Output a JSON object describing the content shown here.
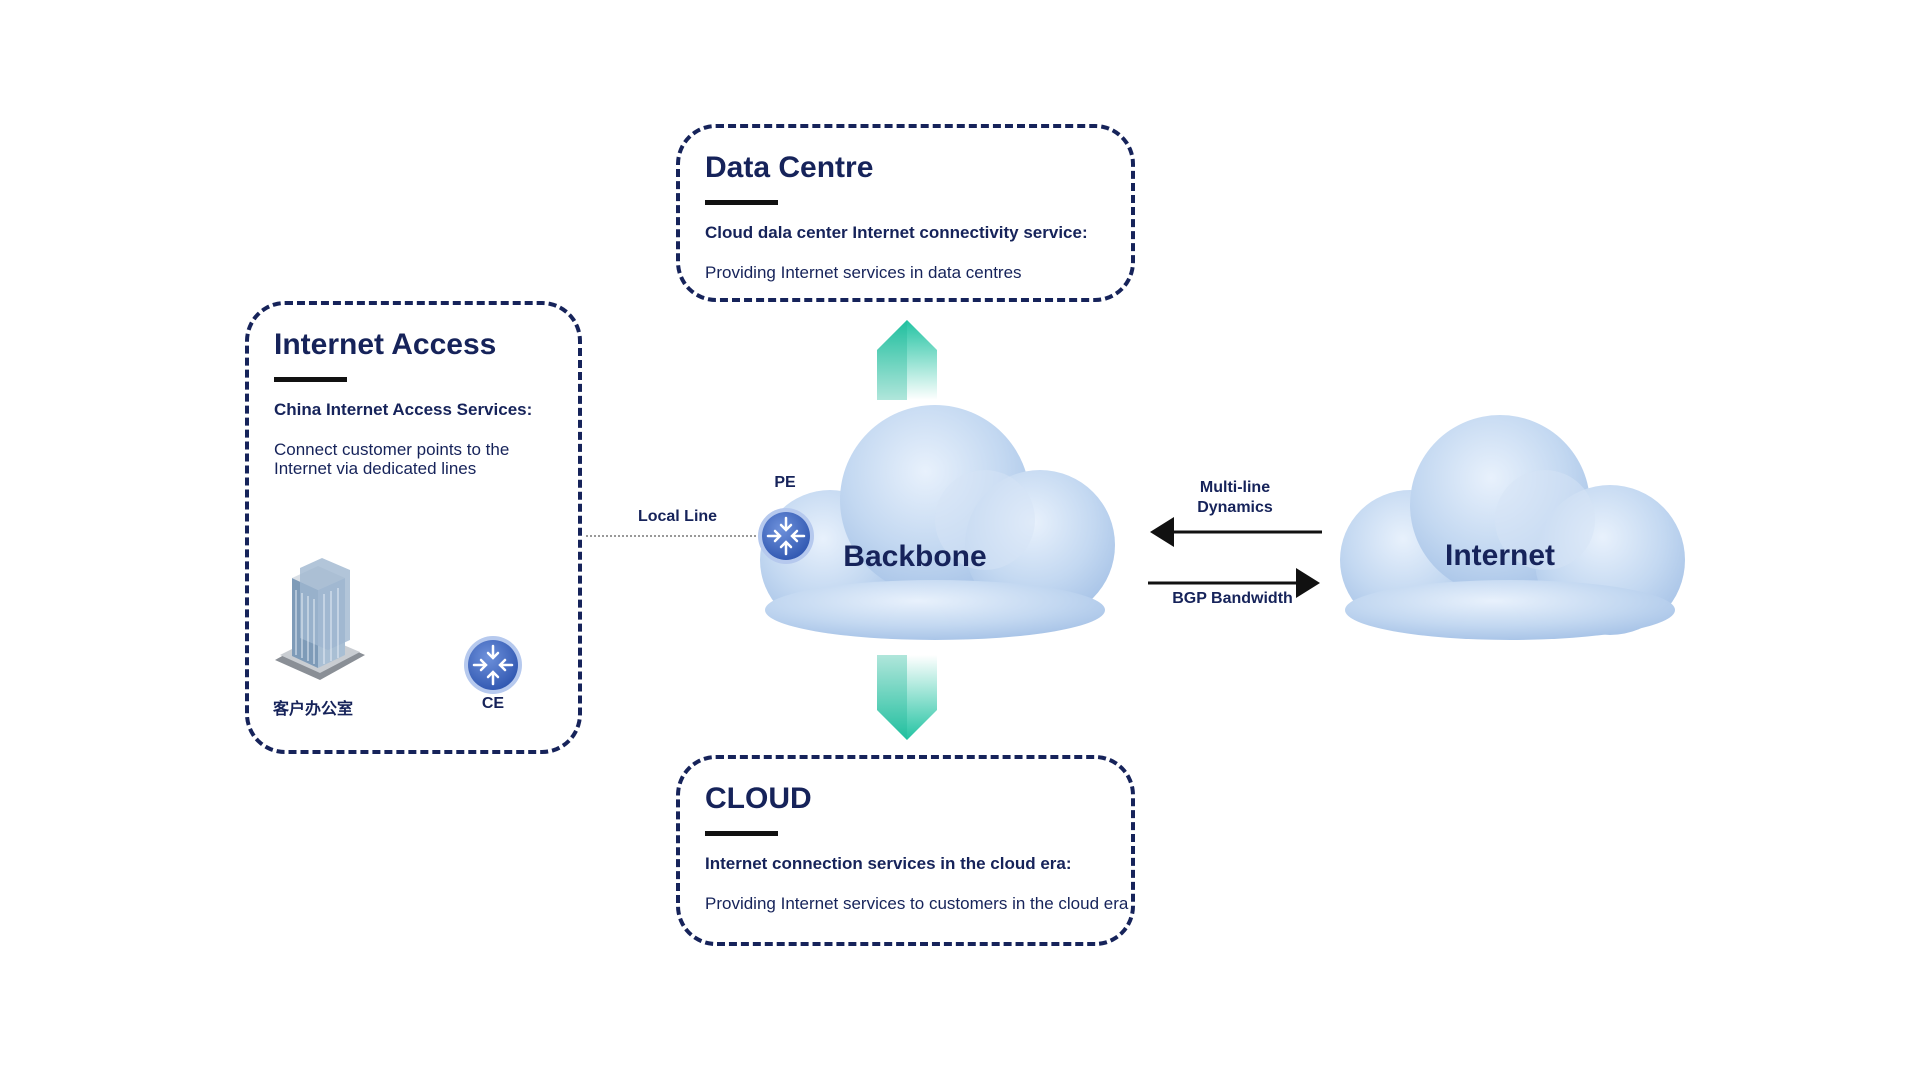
{
  "data_centre": {
    "title": "Data Centre",
    "subtitle": "Cloud dala center Internet connectivity service:",
    "description": "Providing Internet services in data centres"
  },
  "internet_access": {
    "title": "Internet Access",
    "subtitle": "China Internet Access Services:",
    "description": "Connect customer points to the Internet via dedicated lines",
    "building_label": "客户办公室",
    "ce_label": "CE"
  },
  "cloud_box": {
    "title": "CLOUD",
    "subtitle": "Internet connection services in the cloud era:",
    "description": "Providing Internet services to customers in the cloud era"
  },
  "backbone": {
    "label": "Backbone",
    "pe_label": "PE"
  },
  "internet": {
    "label": "Internet"
  },
  "links": {
    "local_line": "Local Line",
    "multi_line": "Multi-line Dynamics",
    "bgp": "BGP Bandwidth"
  },
  "colors": {
    "navy": "#16235a",
    "teal": "#2ec8a8",
    "cloud": "#bcd3ee",
    "router": "#3f69c4"
  },
  "icons": [
    "router-icon",
    "building-icon",
    "cloud-icon",
    "arrow-up-icon",
    "arrow-down-icon"
  ]
}
